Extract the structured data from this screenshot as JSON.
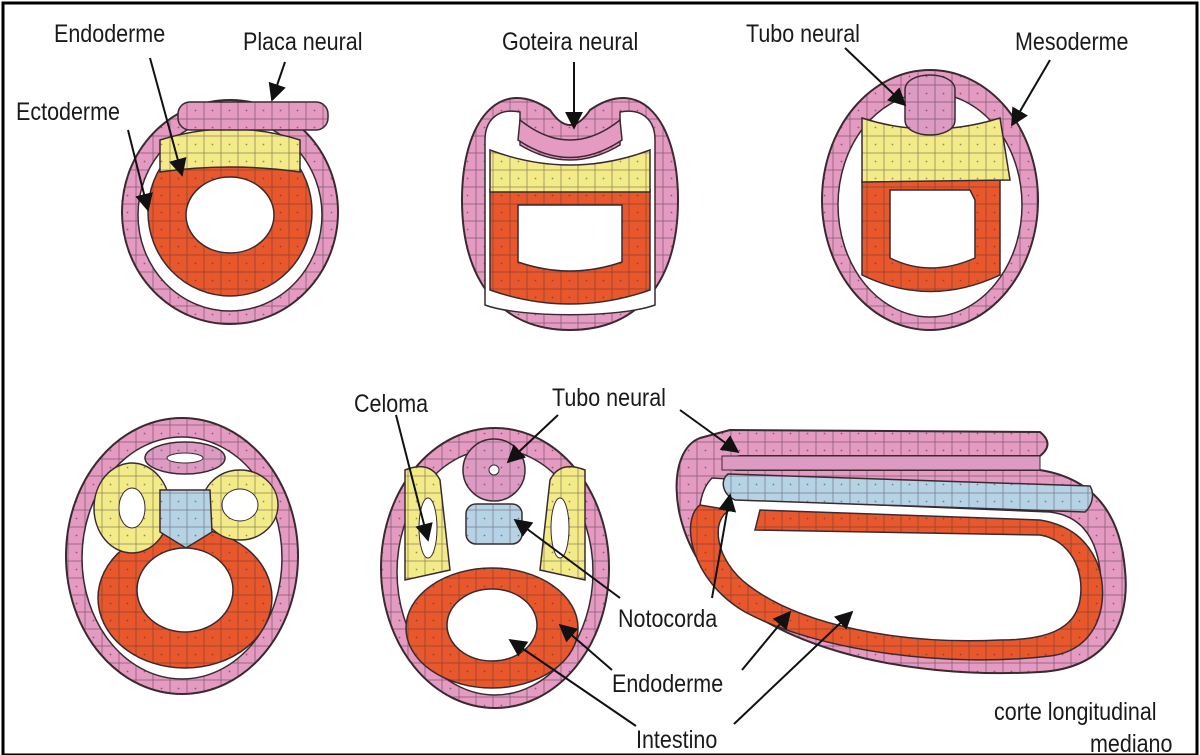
{
  "labels": {
    "endoderme_1": "Endoderme",
    "placa_neural": "Placa neural",
    "ectoderme": "Ectoderme",
    "goteira_neural": "Goteira neural",
    "tubo_neural_1": "Tubo neural",
    "mesoderme": "Mesoderme",
    "celoma": "Celoma",
    "tubo_neural_2": "Tubo neural",
    "notocorda": "Notocorda",
    "endoderme_2": "Endoderme",
    "intestino": "Intestino",
    "corte_1": "corte longitudinal",
    "corte_2": "mediano"
  },
  "colors": {
    "ectoderm": "#e59ac2",
    "mesoderm": "#f3ea88",
    "endoderm": "#e8582c",
    "notochord": "#b6d3e6",
    "neural_tube": "#dd9ac2",
    "outline": "#3a2a30",
    "arrow": "#111111",
    "frame": "#000000"
  }
}
